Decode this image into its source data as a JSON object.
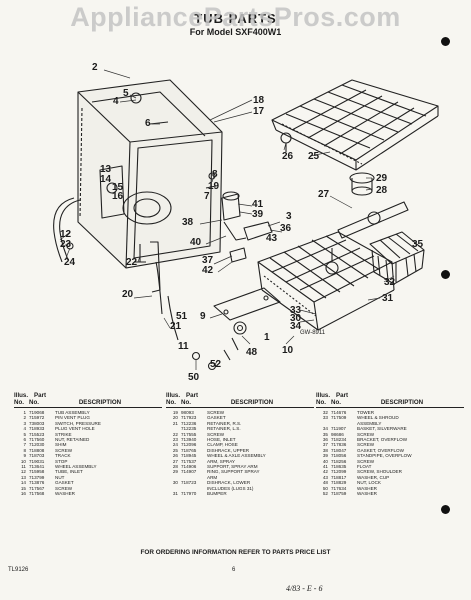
{
  "watermark": "AppliancePartsPros.com",
  "title": "TUB PARTS",
  "model": "For Model SXF400W1",
  "drawing_number": "GW-8911",
  "callouts": [
    {
      "label": "1"
    },
    {
      "label": "2"
    },
    {
      "label": "3"
    },
    {
      "label": "4"
    },
    {
      "label": "5"
    },
    {
      "label": "6"
    },
    {
      "label": "7"
    },
    {
      "label": "8"
    },
    {
      "label": "9"
    },
    {
      "label": "10"
    },
    {
      "label": "11"
    },
    {
      "label": "12"
    },
    {
      "label": "13"
    },
    {
      "label": "14"
    },
    {
      "label": "15"
    },
    {
      "label": "16"
    },
    {
      "label": "17"
    },
    {
      "label": "18"
    },
    {
      "label": "19"
    },
    {
      "label": "20"
    },
    {
      "label": "21"
    },
    {
      "label": "22"
    },
    {
      "label": "23"
    },
    {
      "label": "24"
    },
    {
      "label": "25"
    },
    {
      "label": "26"
    },
    {
      "label": "27"
    },
    {
      "label": "28"
    },
    {
      "label": "29"
    },
    {
      "label": "30"
    },
    {
      "label": "31"
    },
    {
      "label": "32"
    },
    {
      "label": "33"
    },
    {
      "label": "34"
    },
    {
      "label": "35"
    },
    {
      "label": "36"
    },
    {
      "label": "37"
    },
    {
      "label": "38"
    },
    {
      "label": "39"
    },
    {
      "label": "40"
    },
    {
      "label": "41"
    },
    {
      "label": "42"
    },
    {
      "label": "43"
    },
    {
      "label": "48"
    },
    {
      "label": "50"
    },
    {
      "label": "51"
    },
    {
      "label": "52"
    }
  ],
  "table": {
    "header_line1": [
      "Illus.",
      "Part"
    ],
    "header_line2": [
      "No.",
      "No.",
      "DESCRIPTION"
    ],
    "columns": [
      [
        [
          "1",
          "719068",
          "TUB ASSEMBLY"
        ],
        [
          "2",
          "715972",
          "PIN VENT PLUG"
        ],
        [
          "3",
          "738003",
          "SWITCH, PRESSURE"
        ],
        [
          "4",
          "718933",
          "PLUG VENT HOLE"
        ],
        [
          "5",
          "715523",
          "STRIKE"
        ],
        [
          "6",
          "717560",
          "NUT, RETAINED"
        ],
        [
          "7",
          "712030",
          "SHIM"
        ],
        [
          "8",
          "718808",
          "SCREW"
        ],
        [
          "9",
          "718703",
          "TRACK"
        ],
        [
          "10",
          "719031",
          "STOP"
        ],
        [
          "11",
          "713641",
          "WHEEL ASSEMBLY"
        ],
        [
          "12",
          "715958",
          "TUBE, INLET"
        ],
        [
          "13",
          "713799",
          "NUT"
        ],
        [
          "14",
          "713876",
          "GASKET"
        ],
        [
          "15",
          "717567",
          "SCREW"
        ],
        [
          "16",
          "717568",
          "WASHER"
        ]
      ],
      [
        [
          "19",
          "98093",
          "SCREW"
        ],
        [
          "20",
          "717923",
          "GASKET"
        ],
        [
          "21",
          "712236",
          "RETAINER, R.S."
        ],
        [
          "",
          "712235",
          "RETAINER, L.S."
        ],
        [
          "22",
          "717555",
          "SCREW"
        ],
        [
          "23",
          "713940",
          "HOSE, INLET"
        ],
        [
          "24",
          "712096",
          "CLAMP, HOSE"
        ],
        [
          "25",
          "718765",
          "DISHRACK, UPPER"
        ],
        [
          "26",
          "718945",
          "WHEEL & AXLE ASSEMBLY"
        ],
        [
          "27",
          "717537",
          "ARM, SPRAY"
        ],
        [
          "28",
          "714906",
          "SUPPORT, SPRAY ARM"
        ],
        [
          "29",
          "714907",
          "RING, SUPPORT SPRAY"
        ],
        [
          "",
          "",
          "ARM"
        ],
        [
          "30",
          "718723",
          "DISHRACK, LOWER"
        ],
        [
          "",
          "",
          "INCLUDES (LUGS 31)"
        ],
        [
          "31",
          "717970",
          "BUMPER"
        ]
      ],
      [
        [
          "32",
          "714676",
          "TOWER"
        ],
        [
          "33",
          "717509",
          "WHEEL & SHROUD"
        ],
        [
          "",
          "",
          "ASSEMBLY"
        ],
        [
          "34",
          "711907",
          "BASKET, SILVERWARE"
        ],
        [
          "35",
          "98686",
          "SCREW"
        ],
        [
          "36",
          "718234",
          "BRACKET, OVERFLOW"
        ],
        [
          "37",
          "717836",
          "SCREW"
        ],
        [
          "38",
          "718047",
          "GASKET, OVERFLOW"
        ],
        [
          "39",
          "718056",
          "STANDPIPE, OVERFLOW"
        ],
        [
          "40",
          "718256",
          "SCREW"
        ],
        [
          "41",
          "718635",
          "FLOAT"
        ],
        [
          "42",
          "712099",
          "SCREW, SHOULDER"
        ],
        [
          "43",
          "718817",
          "WASHER, CUP"
        ],
        [
          "48",
          "718829",
          "NUT, LOCK"
        ],
        [
          "50",
          "717634",
          "WASHER"
        ],
        [
          "52",
          "718759",
          "WASHER"
        ]
      ]
    ]
  },
  "footer": "FOR ORDERING INFORMATION REFER TO PARTS PRICE LIST",
  "print_code": "TL9126",
  "page_number": "6",
  "handwritten_note": "4/83 - E - 6"
}
